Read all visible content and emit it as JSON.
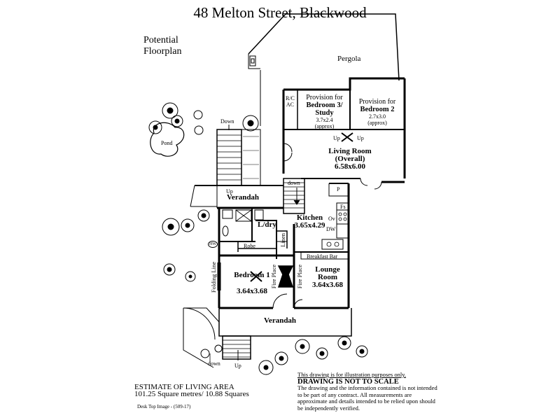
{
  "title": "48 Melton Street,  Blackwood",
  "subtitle": [
    "Potential",
    "Floorplan"
  ],
  "labels": {
    "pergola": "Pergola",
    "bed3": [
      "Provision for",
      "Bedroom 3/",
      "Study",
      "3.7x2.4",
      "(approx)"
    ],
    "bed2": [
      "Provision for",
      "Bedroom 2",
      "2.7x3.0",
      "(approx)"
    ],
    "rc": [
      "R/C",
      "AC"
    ],
    "living": [
      "Living Room",
      "(Overall)",
      "6.58x6.00"
    ],
    "up": "Up",
    "down": "down",
    "down_cap": "Down",
    "pond": "Pond",
    "verandah": "Verandah",
    "kitchen": [
      "Kitchen",
      "3.65x4.29"
    ],
    "ldry": "L/dry",
    "robe": "Robe",
    "linen": "Linen",
    "p": "P",
    "fs": "Fs",
    "ov": "Ov",
    "dw": "DW",
    "breakfast": "Breakfast Bar",
    "bed1": [
      "Bedroom 1",
      "3.64x3.68"
    ],
    "lounge": [
      "Lounge",
      "Room",
      "3.64x3.68"
    ],
    "fireplace": "Fire Place",
    "folding": "Folding Line",
    "hw": "HW"
  },
  "estimate": [
    "ESTIMATE OF LIVING AREA",
    "101.25 Square metres/  10.88 Squares"
  ],
  "desktop": "Desk Top Image - (509-17)",
  "disclaimer": {
    "line1": "This drawing is for illustration purposes only.",
    "line2": "DRAWING IS NOT TO SCALE",
    "body": "The drawing and the information contained is not intended to be part of any contract.   All measurements are approximate and details intended to be relied upon should be independently verified."
  }
}
